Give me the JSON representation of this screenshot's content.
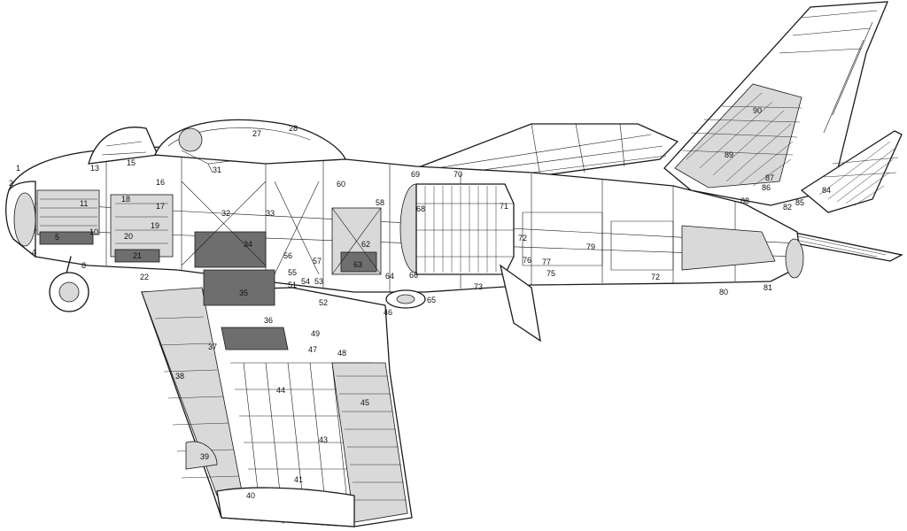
{
  "diagram": {
    "callouts": [
      {
        "id": "c1",
        "text": "1"
      },
      {
        "id": "c2",
        "text": "2"
      },
      {
        "id": "c4",
        "text": "4"
      },
      {
        "id": "c5",
        "text": "5"
      },
      {
        "id": "c8",
        "text": "8"
      },
      {
        "id": "c10",
        "text": "10"
      },
      {
        "id": "c11",
        "text": "11"
      },
      {
        "id": "c13",
        "text": "13"
      },
      {
        "id": "c15",
        "text": "15"
      },
      {
        "id": "c16",
        "text": "16"
      },
      {
        "id": "c17",
        "text": "17"
      },
      {
        "id": "c18",
        "text": "18"
      },
      {
        "id": "c19",
        "text": "19"
      },
      {
        "id": "c20",
        "text": "20"
      },
      {
        "id": "c21",
        "text": "21"
      },
      {
        "id": "c22",
        "text": "22"
      },
      {
        "id": "c27",
        "text": "27"
      },
      {
        "id": "c28",
        "text": "28"
      },
      {
        "id": "c31",
        "text": "31"
      },
      {
        "id": "c32",
        "text": "32"
      },
      {
        "id": "c33",
        "text": "33"
      },
      {
        "id": "c34",
        "text": "34"
      },
      {
        "id": "c35",
        "text": "35"
      },
      {
        "id": "c36",
        "text": "36"
      },
      {
        "id": "c37",
        "text": "37"
      },
      {
        "id": "c38",
        "text": "38"
      },
      {
        "id": "c39",
        "text": "39"
      },
      {
        "id": "c40",
        "text": "40"
      },
      {
        "id": "c41",
        "text": "41"
      },
      {
        "id": "c43",
        "text": "43"
      },
      {
        "id": "c44",
        "text": "44"
      },
      {
        "id": "c45",
        "text": "45"
      },
      {
        "id": "c46",
        "text": "46"
      },
      {
        "id": "c47",
        "text": "47"
      },
      {
        "id": "c48",
        "text": "48"
      },
      {
        "id": "c49",
        "text": "49"
      },
      {
        "id": "c51",
        "text": "51"
      },
      {
        "id": "c52",
        "text": "52"
      },
      {
        "id": "c53",
        "text": "53"
      },
      {
        "id": "c54",
        "text": "54"
      },
      {
        "id": "c55",
        "text": "55"
      },
      {
        "id": "c56",
        "text": "56"
      },
      {
        "id": "c57",
        "text": "57"
      },
      {
        "id": "c58",
        "text": "58"
      },
      {
        "id": "c60",
        "text": "60"
      },
      {
        "id": "c62",
        "text": "62"
      },
      {
        "id": "c63",
        "text": "63"
      },
      {
        "id": "c64",
        "text": "64"
      },
      {
        "id": "c65",
        "text": "65"
      },
      {
        "id": "c66",
        "text": "66"
      },
      {
        "id": "c68",
        "text": "68"
      },
      {
        "id": "c69",
        "text": "69"
      },
      {
        "id": "c70",
        "text": "70"
      },
      {
        "id": "c71",
        "text": "71"
      },
      {
        "id": "c72a",
        "text": "72"
      },
      {
        "id": "c72b",
        "text": "72"
      },
      {
        "id": "c73",
        "text": "73"
      },
      {
        "id": "c75",
        "text": "75"
      },
      {
        "id": "c76",
        "text": "76"
      },
      {
        "id": "c77",
        "text": "77"
      },
      {
        "id": "c79",
        "text": "79"
      },
      {
        "id": "c80",
        "text": "80"
      },
      {
        "id": "c81",
        "text": "81"
      },
      {
        "id": "c82",
        "text": "82"
      },
      {
        "id": "c84",
        "text": "84"
      },
      {
        "id": "c85",
        "text": "85"
      },
      {
        "id": "c86",
        "text": "86"
      },
      {
        "id": "c87",
        "text": "87"
      },
      {
        "id": "c88",
        "text": "88"
      },
      {
        "id": "c89",
        "text": "89"
      },
      {
        "id": "c90",
        "text": "90"
      }
    ]
  }
}
